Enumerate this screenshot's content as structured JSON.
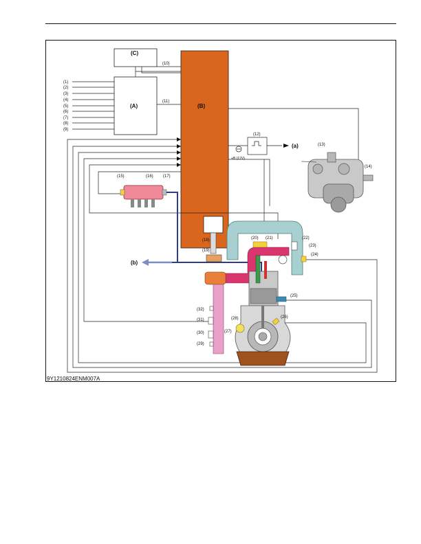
{
  "figure": {
    "caption": "9Y1210824ENM007A",
    "blocks": {
      "A": "(A)",
      "B": "(B)",
      "C": "(C)"
    },
    "inputs": [
      "(1)",
      "(2)",
      "(3)",
      "(4)",
      "(5)",
      "(6)",
      "(7)",
      "(8)",
      "(9)"
    ],
    "wires": {
      "w10": "(10)",
      "w11": "(11)"
    },
    "relay": {
      "label": "(12)",
      "supply": "+B (12V)"
    },
    "pump": {
      "label13": "(13)",
      "label14": "(14)"
    },
    "rail": {
      "label15": "(15)",
      "label16": "(16)",
      "label17": "(17)"
    },
    "engine_labels": {
      "l18": "(18)",
      "l19": "(19)",
      "l20": "(20)",
      "l21": "(21)",
      "l22": "(22)",
      "l23": "(23)",
      "l24": "(24)",
      "l25": "(25)",
      "l26": "(26)",
      "l27": "(27)",
      "l28": "(28)",
      "l29": "(29)",
      "l30": "(30)",
      "l31": "(31)",
      "l32": "(32)"
    },
    "arrows": {
      "a": "(a)",
      "b": "(b)"
    },
    "colors": {
      "ecu": "#d9661c",
      "rail": "#f08a9a",
      "exhaust": "#e8a0c8",
      "intake": "#d9356e",
      "coolant": "#a8d0d0",
      "oil": "#a0521e",
      "fuel_line": "#2e3b8c",
      "return_arrow": "#7b8fc4",
      "sensor_yellow": "#f4d03f",
      "sensor_blue": "#3a8ab0"
    }
  }
}
